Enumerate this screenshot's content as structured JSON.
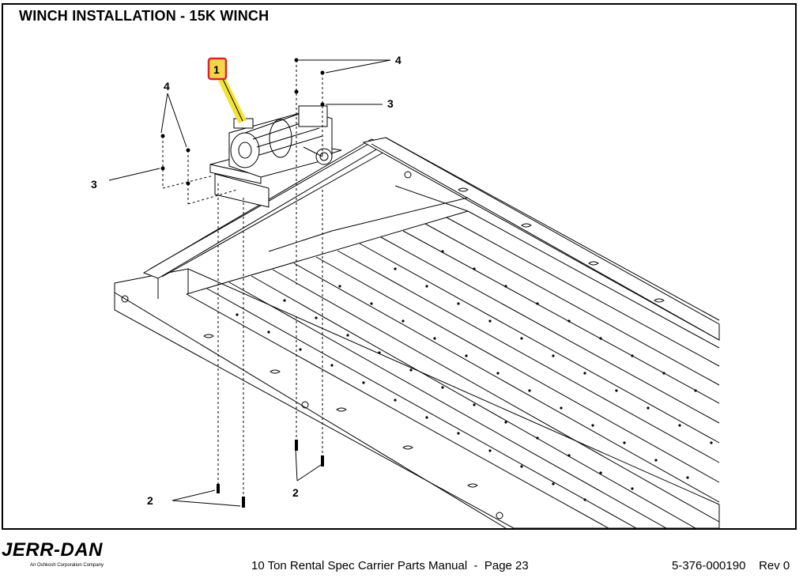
{
  "title": "WINCH INSTALLATION - 15K WINCH",
  "callouts": {
    "item1": "1",
    "item2_left": "2",
    "item2_right": "2",
    "item3_left": "3",
    "item3_right": "3",
    "item4_left": "4",
    "item4_right": "4"
  },
  "colors": {
    "highlight_box_fill": "#f7d44c",
    "highlight_box_border": "#d7262b",
    "leader_highlight": "#f2e23a"
  },
  "footer": {
    "logo": "JERR-DAN",
    "logo_sub": "An Oshkosh Corporation Company",
    "manual": "10 Ton Rental Spec Carrier Parts Manual  -  Page 23",
    "part_number": "5-376-000190",
    "revision": "Rev 0"
  }
}
